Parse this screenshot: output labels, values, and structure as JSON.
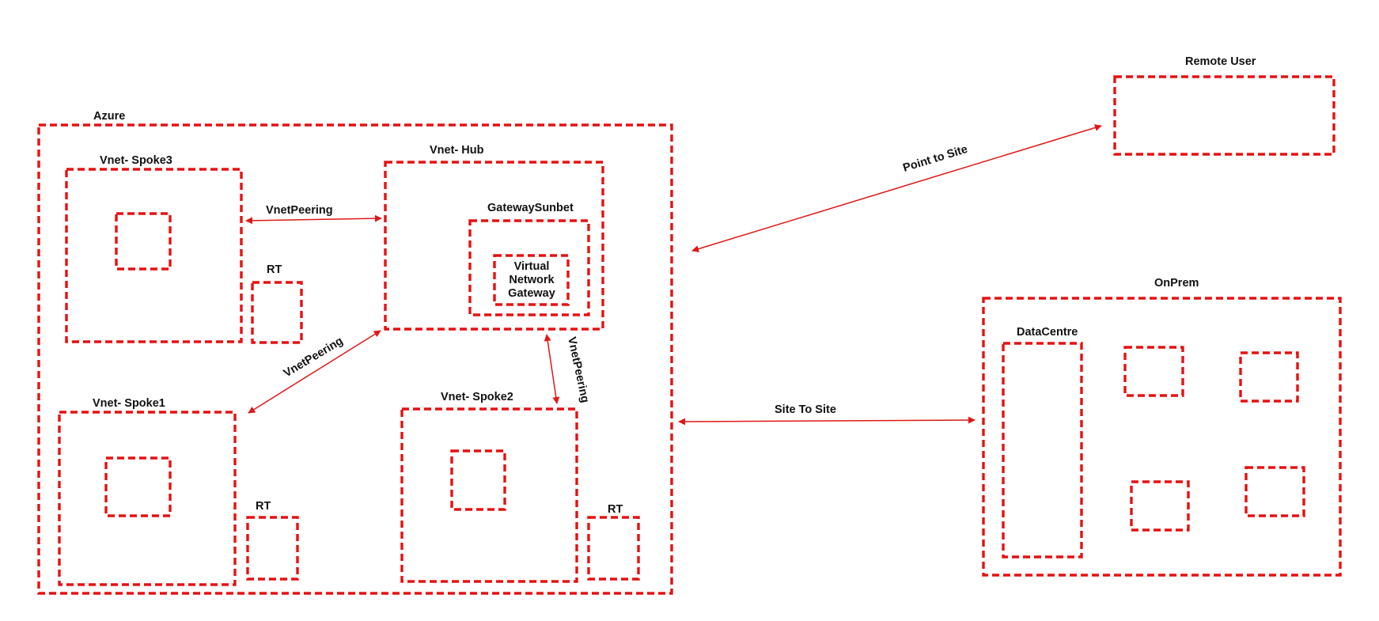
{
  "colors": {
    "dashed_border": "#e81010",
    "arrow": "#e01818",
    "text": "#111111",
    "background": "#ffffff"
  },
  "labels": {
    "azure": "Azure",
    "spoke3": "Vnet- Spoke3",
    "hub": "Vnet- Hub",
    "gateway_subnet": "GatewaySunbet",
    "vng_line1": "Virtual",
    "vng_line2": "Network",
    "vng_line3": "Gateway",
    "spoke1": "Vnet- Spoke1",
    "spoke2": "Vnet- Spoke2",
    "rt_spoke3": "RT",
    "rt_spoke1": "RT",
    "rt_spoke2": "RT",
    "remote_user": "Remote User",
    "onprem": "OnPrem",
    "datacentre": "DataCentre"
  },
  "connections": {
    "peering_spoke3_hub": "VnetPeering",
    "peering_spoke1_hub": "VnetPeering",
    "peering_spoke2_hub": "VnetPeering",
    "point_to_site": "Point to Site",
    "site_to_site": "Site To Site"
  }
}
